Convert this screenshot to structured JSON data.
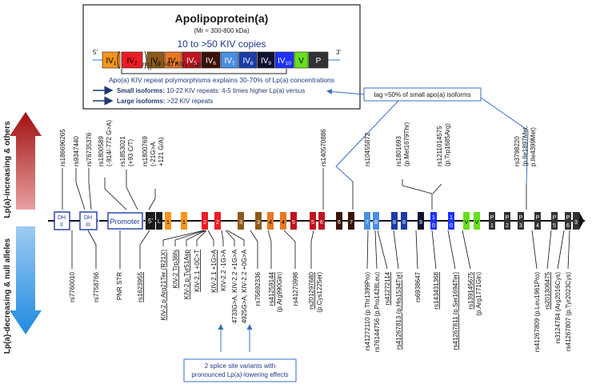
{
  "title_box": {
    "title": "Apolipoprotein(a)",
    "mass": "(Mr ≈ 300-800 kDa)",
    "copies": "10 to >50 KIV copies",
    "five_prime": "5'",
    "three_prime": "3'",
    "kiv2_note": "n=1 to >40 KIV",
    "kiv2_note_sub": "2",
    "kiv2_note_tail": " copies",
    "explain": "Apo(a) KIV repeat polymorphisms explains 30-70% of Lp(a) concentrations",
    "small_label": "Small isoforms:",
    "small_text": " 10-22 KIV repeats: 4-5 times higher Lp(a) versus",
    "large_label": "Large isoforms:",
    "large_text": " >22 KIV repeats",
    "tag_note": "tag ≈50% of small apo(a) isoforms",
    "domains": [
      {
        "main": "IV",
        "sub": "1",
        "color": "#f7941d",
        "text": "#000000"
      },
      {
        "main": "IV",
        "sub": "2",
        "color": "#ee1c24",
        "text": "#000000",
        "bracket": true,
        "n": "n"
      },
      {
        "main": "IV",
        "sub": "3",
        "color": "#8b5a1a",
        "text": "#000000"
      },
      {
        "main": "IV",
        "sub": "4",
        "color": "#e87722",
        "text": "#000000"
      },
      {
        "main": "IV",
        "sub": "5",
        "color": "#c1121f",
        "text": "#ffffff"
      },
      {
        "main": "IV",
        "sub": "6",
        "color": "#3b1106",
        "text": "#ffffff"
      },
      {
        "main": "IV",
        "sub": "7",
        "color": "#4a8fe0",
        "text": "#ffffff"
      },
      {
        "main": "IV",
        "sub": "8",
        "color": "#1c3ca6",
        "text": "#ffffff"
      },
      {
        "main": "IV",
        "sub": "9",
        "color": "#111133",
        "text": "#ffffff"
      },
      {
        "main": "IV",
        "sub": "10",
        "color": "#1e32ff",
        "text": "#ffffff"
      },
      {
        "main": "V",
        "sub": "",
        "color": "#66e01c",
        "text": "#000000"
      },
      {
        "main": "P",
        "sub": "",
        "color": "#333333",
        "text": "#ffffff"
      }
    ]
  },
  "side_labels": {
    "top": "Lp(a)-increasing & others",
    "bottom": "Lp(a)-decreasing & null alleles"
  },
  "gene": {
    "dh2": "DH II",
    "dh2_a": "DH",
    "dh2_b": "II",
    "dh3_a": "DH",
    "dh3_b": "III",
    "promoter": "Promoter",
    "five": "5'",
    "L": "L",
    "exons": [
      {
        "label": "1",
        "color": "#f7941d"
      },
      {
        "label": "1",
        "color": "#f7941d"
      },
      {
        "label": "2",
        "color": "#ee1c24"
      },
      {
        "label": "2",
        "color": "#ee1c24"
      },
      {
        "label": "3",
        "color": "#8b5a1a"
      },
      {
        "label": "3",
        "color": "#8b5a1a"
      },
      {
        "label": "4",
        "color": "#e87722"
      },
      {
        "label": "4",
        "color": "#e87722"
      },
      {
        "label": "5",
        "color": "#c1121f"
      },
      {
        "label": "5",
        "color": "#c1121f"
      },
      {
        "label": "6",
        "color": "#c1121f"
      },
      {
        "label": "6",
        "color": "#3b1106"
      },
      {
        "label": "7",
        "color": "#3b1106"
      },
      {
        "label": "7",
        "color": "#4a8fe0"
      },
      {
        "label": "8",
        "color": "#4a8fe0"
      },
      {
        "label": "8",
        "color": "#1c3ca6"
      },
      {
        "label": "9",
        "color": "#1c3ca6"
      },
      {
        "label": "9",
        "color": "#111133"
      },
      {
        "label": "1|0",
        "color": "#1e32ff"
      },
      {
        "label": "1|0",
        "color": "#1e32ff"
      },
      {
        "label": "V",
        "color": "#66e01c"
      },
      {
        "label": "V",
        "color": "#66e01c"
      },
      {
        "label": "P|1",
        "color": "#333333"
      },
      {
        "label": "P|2",
        "color": "#333333"
      },
      {
        "label": "P|3",
        "color": "#333333"
      },
      {
        "label": "P|4",
        "color": "#333333"
      },
      {
        "label": "P|5",
        "color": "#333333"
      },
      {
        "label": "P|6",
        "color": "#333333"
      },
      {
        "label": "3",
        "color": "#333333"
      }
    ]
  },
  "top_variants": [
    "rs186696265",
    "rs9347440",
    "rs76735376",
    "rs1800589",
    "(-914/-772 G>A)",
    "rs1853021",
    "(+93 C/T)",
    "rs1800769",
    "(-21G>A",
    "+121 G/A)",
    "rs140570886",
    "rs10455872",
    "rs1801693",
    "(p.Met1679Thr)",
    "rs1211014575",
    "(p.Trp1685Arg)",
    "rs3798220",
    "(p.Ile1897Met,",
    "p.Ile4399Met)"
  ],
  "bottom_variants": [
    "rs7760010",
    "rs7758766",
    "PNR STR",
    "rs1623955",
    "KIV-2 p.Arg21Ter (R21X)",
    "KIV-2 Trp36fs",
    "KIV-2 p.Tyr51Asp",
    "KIV-2.1 +0C>T",
    "KIV-2.1 +1G>A",
    "KIV-2.2 -1G>A",
    "4733G>A, KIV-2.2 +1G>A",
    "4925G>A, KIV-2.2 +0G>A",
    "rs75692336",
    "rs41259144",
    "(p.Arg990Gln)",
    "rs41270998",
    "rs201297680",
    "(p.Cys1225er)",
    "rs41272110 (p.Thr1399Pro)",
    "rs76144756 (p.Pro1428Leu)",
    "rs41272114",
    "rs41267813 (p.His1534Tyr)",
    "rs6938647",
    "rs143431368",
    "rs41267811 (p.Ser1694Ter)",
    "rs139145675",
    "(p.Arg1771Gln)",
    "rs41267809 (p.Leu1961Pro)",
    "rs201306475",
    "rs3124784 (Arg2016Cys)",
    "rs41267807 (p.Tyr2023Cys)"
  ],
  "splice_note": {
    "line1": "2 splice site variants with",
    "line2": "pronounced Lp(a)-lowering effects"
  }
}
